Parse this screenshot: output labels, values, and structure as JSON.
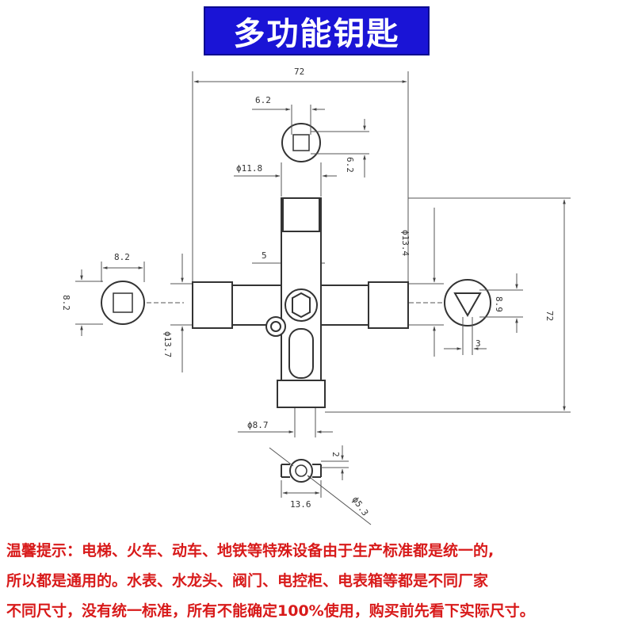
{
  "title": "多功能钥匙",
  "dimensions": {
    "overall_width": "72",
    "overall_height": "72",
    "top_square": "6.2",
    "top_square_side": "6.2",
    "top_dia": "ϕ11.8",
    "left_square": "8.2",
    "left_square_side": "8.2",
    "center_hex": "5",
    "right_dia": "ϕ13.4",
    "right_triangle": "8.9",
    "right_tip": "3",
    "left_dia": "ϕ13.7",
    "bottom_dia": "ϕ8.7",
    "bottom_flat": "2",
    "bottom_width": "13.6",
    "bottom_hole": "ϕ5.3"
  },
  "notes": [
    "温馨提示：电梯、火车、动车、地铁等特殊设备由于生产标准都是统一的,",
    "所以都是通用的。水表、水龙头、阀门、电控柜、电表箱等都是不同厂家",
    "不同尺寸，没有统一标准，所有不能确定100%使用，购买前先看下实际尺寸。"
  ],
  "colors": {
    "banner_bg": "#1a14d6",
    "banner_text": "#ffffff",
    "note_text": "#d81a1a",
    "line": "#555555"
  }
}
